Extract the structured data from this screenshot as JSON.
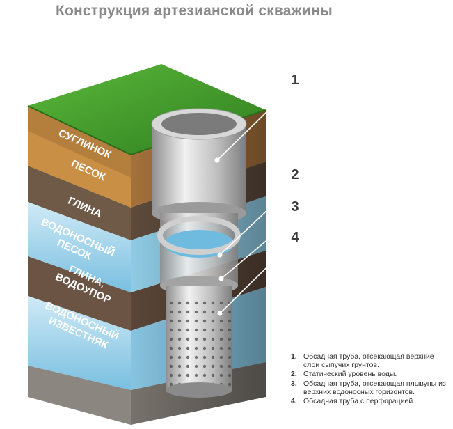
{
  "title": "Конструкция артезианской скважины",
  "layers": [
    {
      "label": "СУГЛИНОК"
    },
    {
      "label": "ПЕСОК"
    },
    {
      "label": "ГЛИНА"
    },
    {
      "label_lines": [
        "ВОДОНОСНЫЙ",
        "ПЕСОК"
      ]
    },
    {
      "label_lines": [
        "ГЛИНА,",
        "ВОДОУПОР"
      ]
    },
    {
      "label_lines": [
        "ВОДОНОСНЫЙ",
        "ИЗВЕСТНЯК"
      ]
    }
  ],
  "callouts": [
    "1",
    "2",
    "3",
    "4"
  ],
  "legend": [
    {
      "num": "1.",
      "text": "Обсадная труба, отсекающая верхние слои сыпучих грунтов."
    },
    {
      "num": "2.",
      "text": "Статический уровень воды."
    },
    {
      "num": "3.",
      "text": "Обсадная труба, отсекающая плывуны из верхних водоносных горизонтов."
    },
    {
      "num": "4.",
      "text": "Обсадная труба с перфорацией."
    }
  ],
  "colors": {
    "grass": "#3f9a2a",
    "loam": "#b47e3c",
    "sand": "#c98f45",
    "clay": "#6f5a48",
    "water": "#9fd4ea",
    "stone": "#8c8680",
    "steel": "#c9c9c9"
  }
}
